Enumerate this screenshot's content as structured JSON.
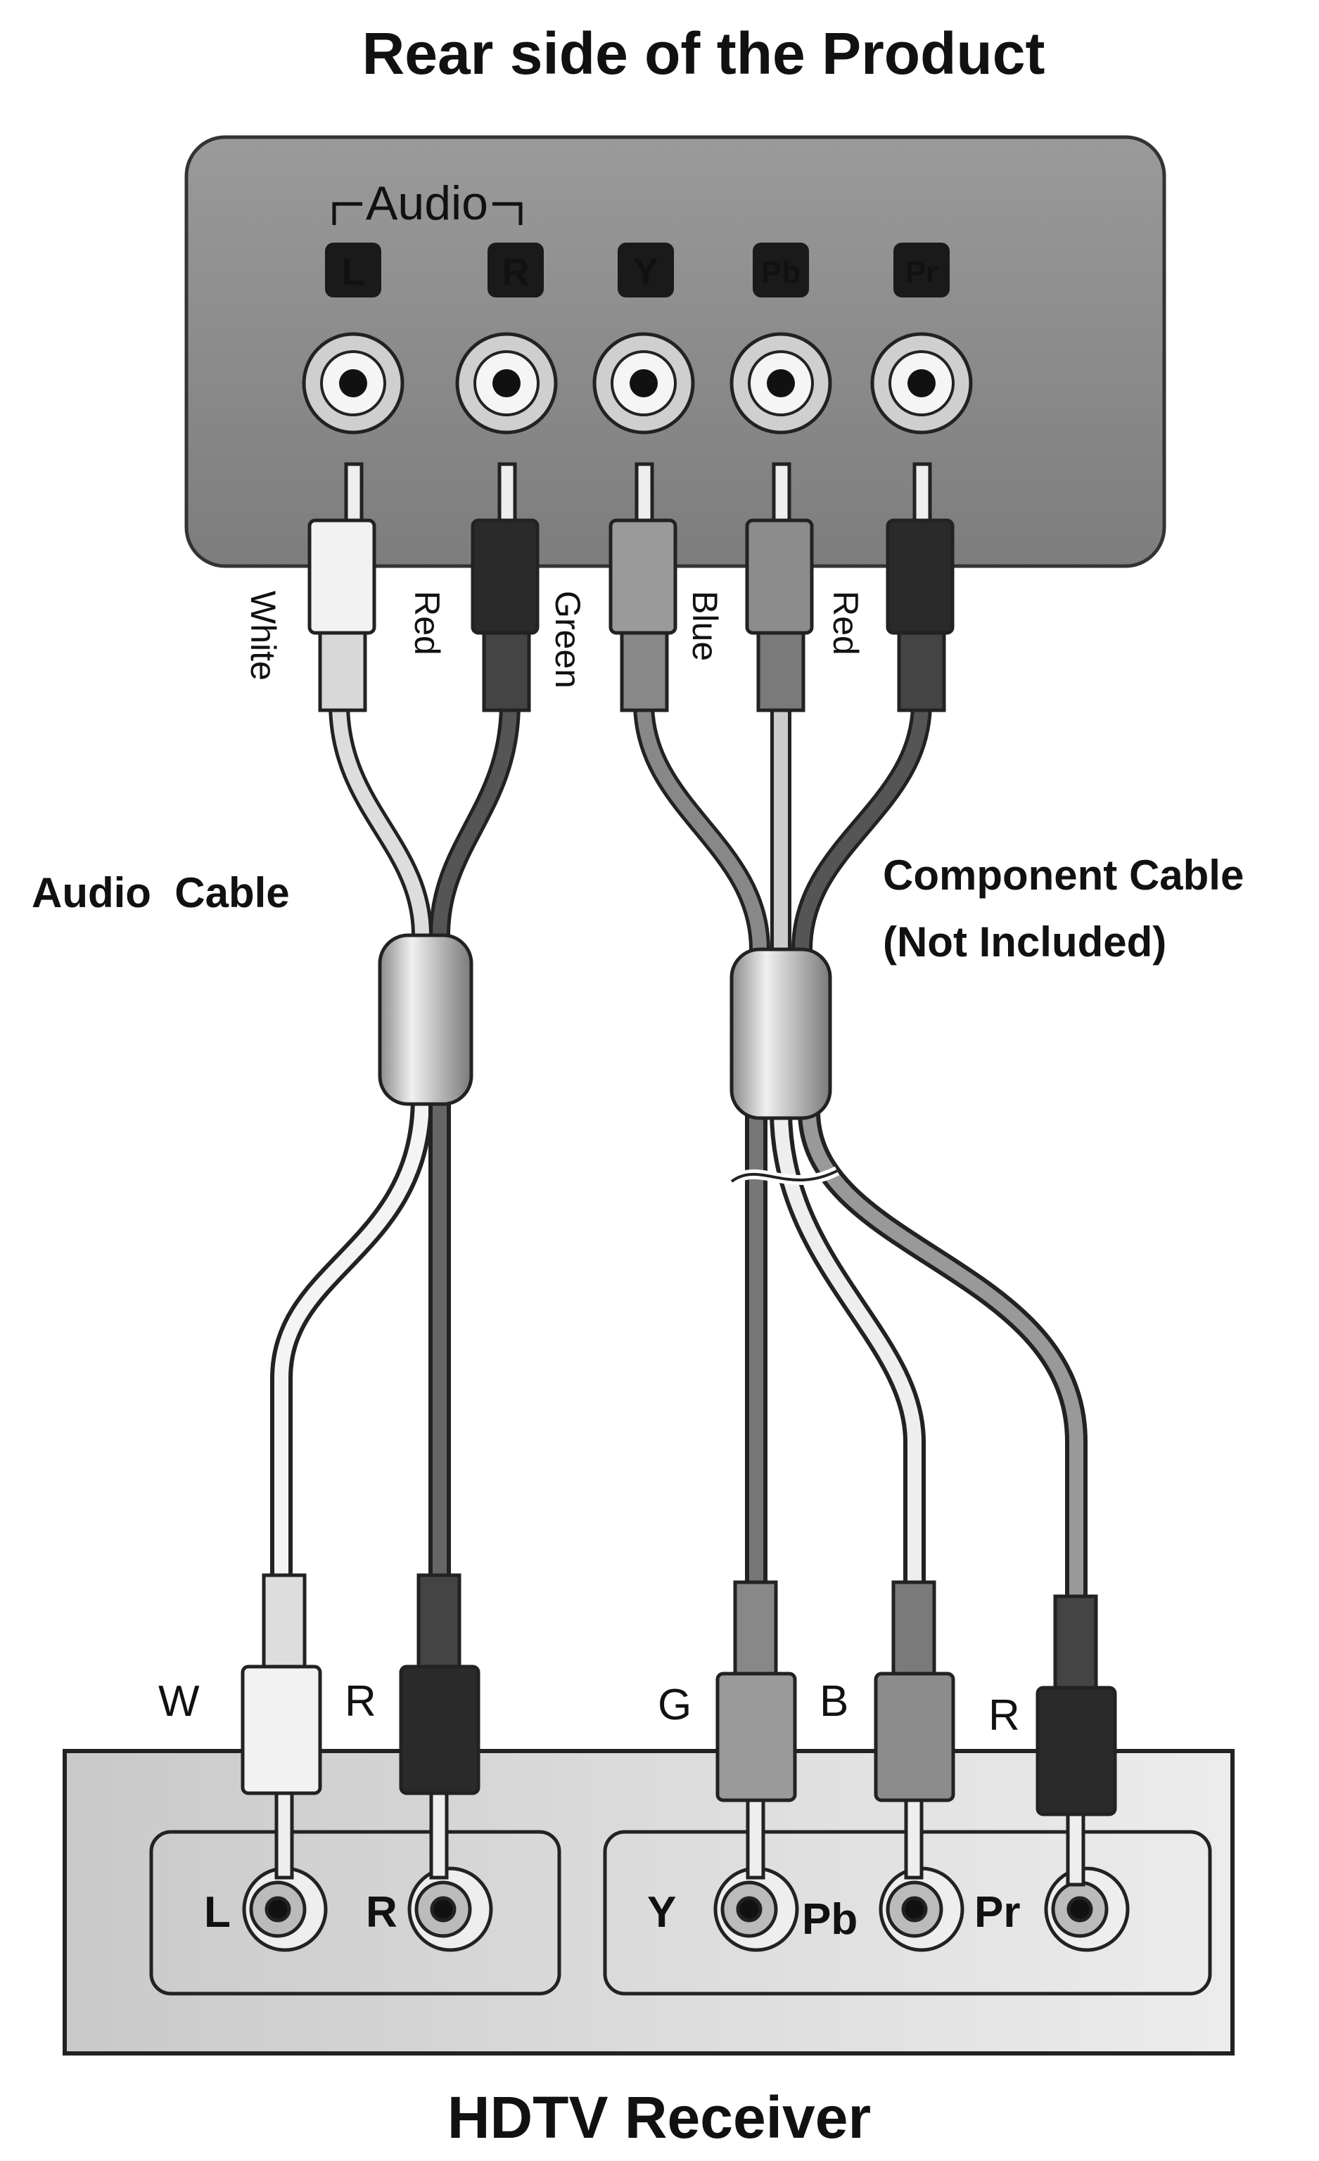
{
  "title": "Rear side of the Product",
  "bottom_title": "HDTV Receiver",
  "product_panel": {
    "audio_group_label": "Audio",
    "jacks": [
      {
        "label": "L",
        "color": "#1a1a1a"
      },
      {
        "label": "R",
        "color": "#1a1a1a"
      },
      {
        "label": "Y",
        "color": "#1a1a1a"
      },
      {
        "label": "Pb",
        "color": "#1a1a1a"
      },
      {
        "label": "Pr",
        "color": "#1a1a1a"
      }
    ]
  },
  "cable_color_labels": [
    "White",
    "Red",
    "Green",
    "Blue",
    "Red"
  ],
  "audio_cable_label": "Audio  Cable",
  "component_cable_label_line1": "Component Cable",
  "component_cable_label_line2": "(Not Included)",
  "receiver_plug_labels": [
    "W",
    "R",
    "G",
    "B",
    "R"
  ],
  "receiver_jacks": {
    "audio": [
      "L",
      "R"
    ],
    "component": [
      "Y",
      "Pb",
      "Pr"
    ]
  },
  "colors": {
    "panel": "#8a8a8a",
    "receiver": "#d4d4d4",
    "white_plug": "#f2f2f2",
    "red_plug": "#2a2a2a",
    "green_plug": "#9a9a9a",
    "blue_plug": "#8c8c8c",
    "cable_dark": "#555555"
  }
}
